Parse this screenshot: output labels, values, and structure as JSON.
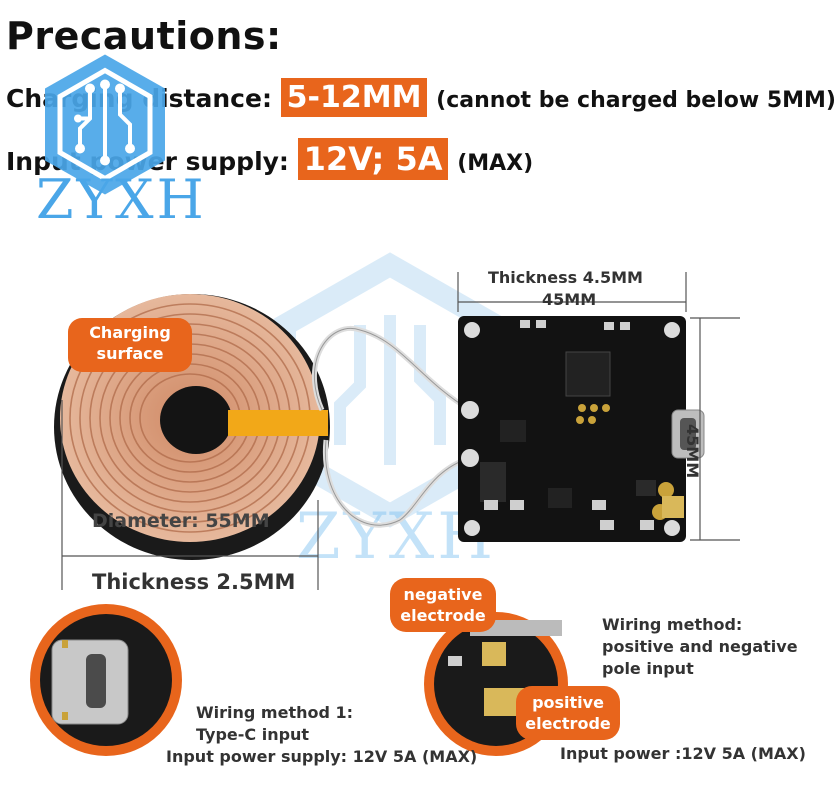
{
  "header": {
    "title": "Precautions:",
    "charging_distance_label": "Charging distance:",
    "charging_distance_value": "5-12MM",
    "charging_distance_note": "(cannot be charged below 5MM)",
    "input_power_label": "Input power supply:",
    "input_power_value": "12V; 5A",
    "input_power_note": "(MAX)"
  },
  "brand": {
    "logo_text": "ZYXH",
    "watermark_text": "ZYXH"
  },
  "coil": {
    "surface_label": "Charging surface",
    "diameter_label": "Diameter: 55MM",
    "thickness_label": "Thickness 2.5MM"
  },
  "board": {
    "thickness_label": "Thickness 4.5MM",
    "width_label": "45MM",
    "height_label": "45MM"
  },
  "wiring_method_1": {
    "line1": "Wiring method 1:",
    "line2": "Type-C input",
    "line3": "Input power supply: 12V 5A (MAX)"
  },
  "wiring_method_2": {
    "negative_label": "negative electrode",
    "positive_label": "positive electrode",
    "line1": "Wiring method:",
    "line2": "positive and negative",
    "line3": "pole input",
    "input_power": "Input power :12V 5A (MAX)"
  },
  "colors": {
    "accent": "#e8651c",
    "logo_blue": "#4aa6e8",
    "board_black": "#111111"
  }
}
